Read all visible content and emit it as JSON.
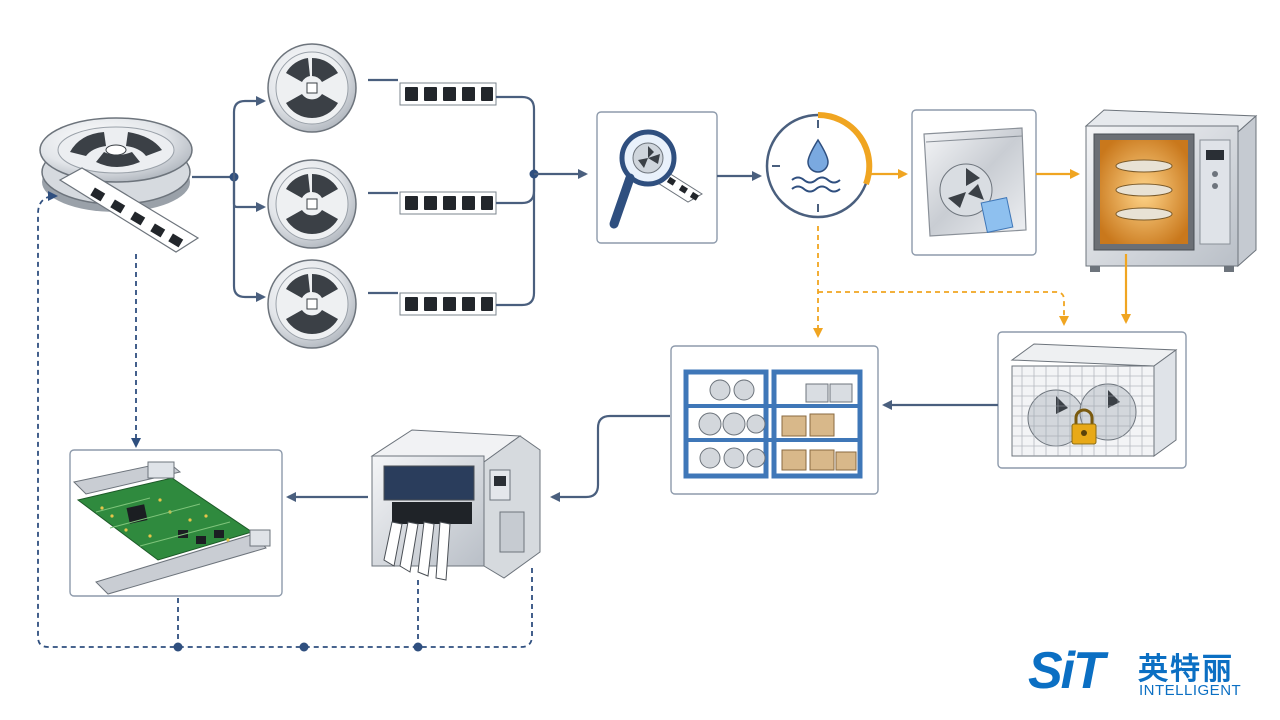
{
  "logo": {
    "mark": "SiT",
    "chinese_name": "英特丽",
    "english_name": "INTELLIGENT",
    "brand_color": "#0b6fc3"
  },
  "colors": {
    "flow": "#4a5f7e",
    "dashed_return": "#2f4f7f",
    "moisture_path": "#f0a521",
    "rack": "#3f77b8"
  },
  "icons": [
    "master-reel-icon",
    "split-reel-icon",
    "component-tape-icon",
    "magnifier-inspection-icon",
    "moisture-gauge-icon",
    "vacuum-bag-icon",
    "drying-oven-icon",
    "locked-cage-icon",
    "storage-rack-icon",
    "pick-and-place-machine-icon",
    "pcb-board-icon",
    "brand-logo"
  ]
}
